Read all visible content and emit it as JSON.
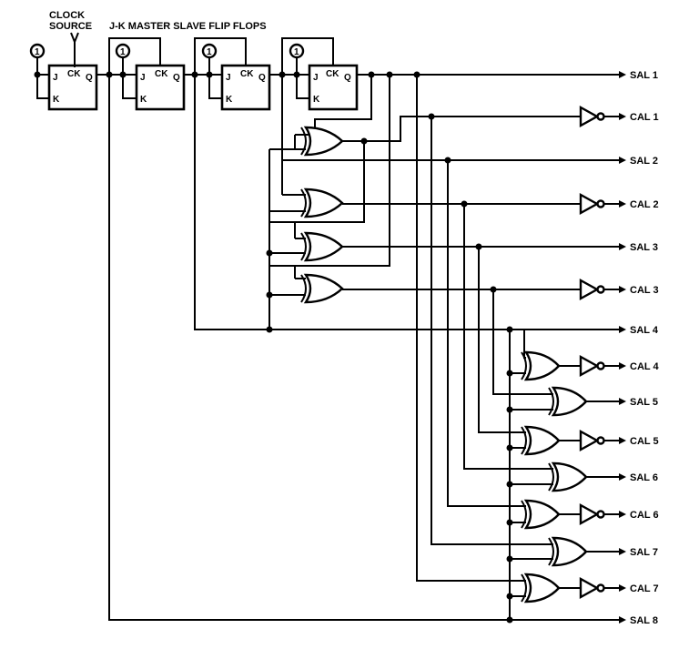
{
  "header": {
    "clock_line1": "CLOCK",
    "clock_line2": "SOURCE",
    "title": "J-K MASTER SLAVE FLIP FLOPS"
  },
  "flipflop_pins": {
    "j": "J",
    "ck": "CK",
    "q": "Q",
    "k": "K"
  },
  "logic_one": "1",
  "outputs": {
    "sal1": "SAL 1",
    "cal1": "CAL 1",
    "sal2": "SAL 2",
    "cal2": "CAL 2",
    "sal3": "SAL 3",
    "cal3": "CAL 3",
    "sal4": "SAL 4",
    "cal4": "CAL 4",
    "sal5": "SAL 5",
    "cal5": "CAL 5",
    "sal6": "SAL 6",
    "cal6": "CAL 6",
    "sal7": "SAL 7",
    "cal7": "CAL 7",
    "sal8": "SAL 8"
  }
}
